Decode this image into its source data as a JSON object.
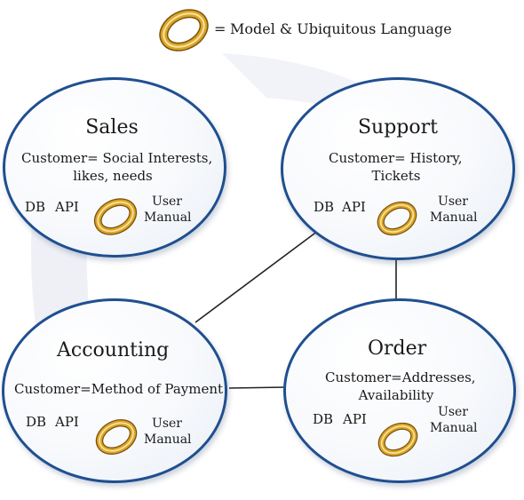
{
  "legend": {
    "equals": "=",
    "text": "Model & Ubiquitous Language",
    "icon": "gold-ring-icon"
  },
  "contexts": {
    "sales": {
      "title": "Sales",
      "desc1": "Customer= Social Interests,",
      "desc2": "likes, needs",
      "db": "DB",
      "api": "API",
      "manual1": "User",
      "manual2": "Manual"
    },
    "support": {
      "title": "Support",
      "desc1": "Customer=  History,",
      "desc2": "Tickets",
      "db": "DB",
      "api": "API",
      "manual1": "User",
      "manual2": "Manual"
    },
    "accounting": {
      "title": "Accounting",
      "desc1": "Customer=Method of Payment",
      "db": "DB",
      "api": "API",
      "manual1": "User",
      "manual2": "Manual"
    },
    "order": {
      "title": "Order",
      "desc1": "Customer=Addresses,",
      "desc2": "Availability",
      "db": "DB",
      "api": "API",
      "manual1": "User",
      "manual2": "Manual"
    }
  },
  "colors": {
    "ellipse_border": "#1f4f8f",
    "ring_gold": "#c8951f",
    "connector": "#222222",
    "watermark": "#eef0f6"
  }
}
